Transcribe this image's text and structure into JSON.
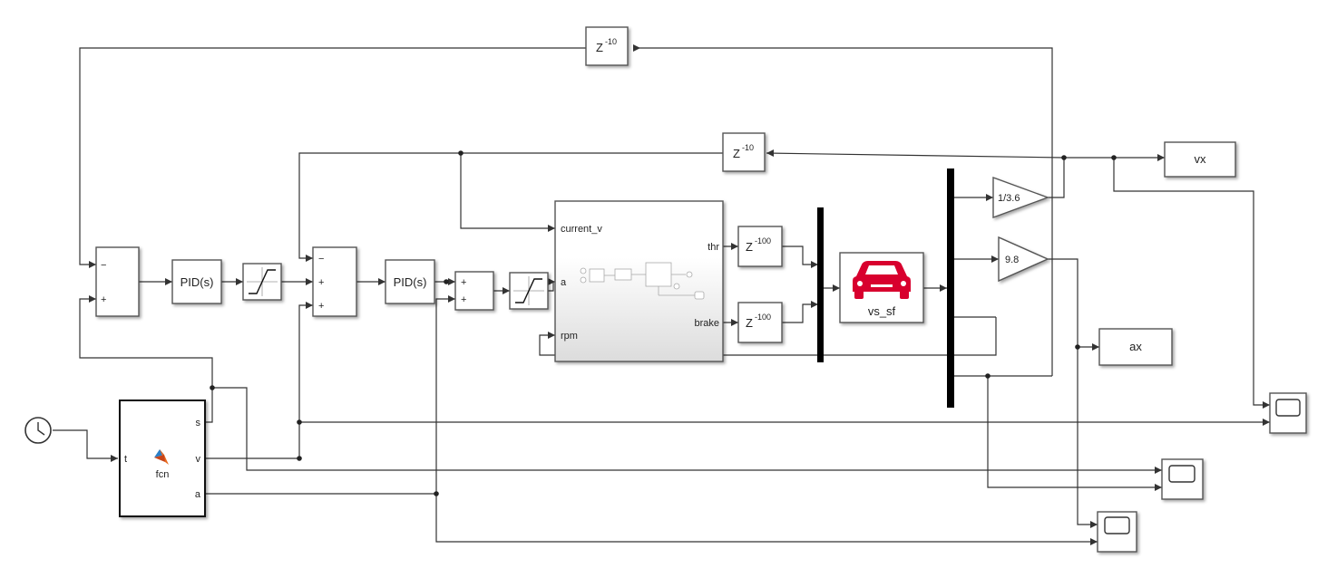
{
  "blocks": {
    "delay_top": {
      "base": "Z",
      "exp": "-10"
    },
    "delay_mid": {
      "base": "Z",
      "exp": "-10"
    },
    "delay_thr": {
      "base": "Z",
      "exp": "-100"
    },
    "delay_brake": {
      "base": "Z",
      "exp": "-100"
    },
    "pid1": "PID(s)",
    "pid2": "PID(s)",
    "sum1": {
      "signs": [
        "−",
        "+"
      ]
    },
    "sum2": {
      "signs": [
        "−",
        "+",
        "+"
      ]
    },
    "sum3": {
      "signs": [
        "+",
        "+"
      ]
    },
    "subsystem": {
      "inputs": [
        "current_v",
        "a",
        "rpm"
      ],
      "outputs": [
        "thr",
        "brake"
      ]
    },
    "vehicle": {
      "label": "vs_sf"
    },
    "gain_speed": "1/3.6",
    "gain_accel": "9.8",
    "out_vx": "vx",
    "out_ax": "ax",
    "fcn": {
      "label": "fcn",
      "input": "t",
      "outputs": [
        "s",
        "v",
        "a"
      ]
    }
  },
  "colors": {
    "vehicle": "#d8002e",
    "line": "#333333",
    "block_border": "#555555"
  }
}
